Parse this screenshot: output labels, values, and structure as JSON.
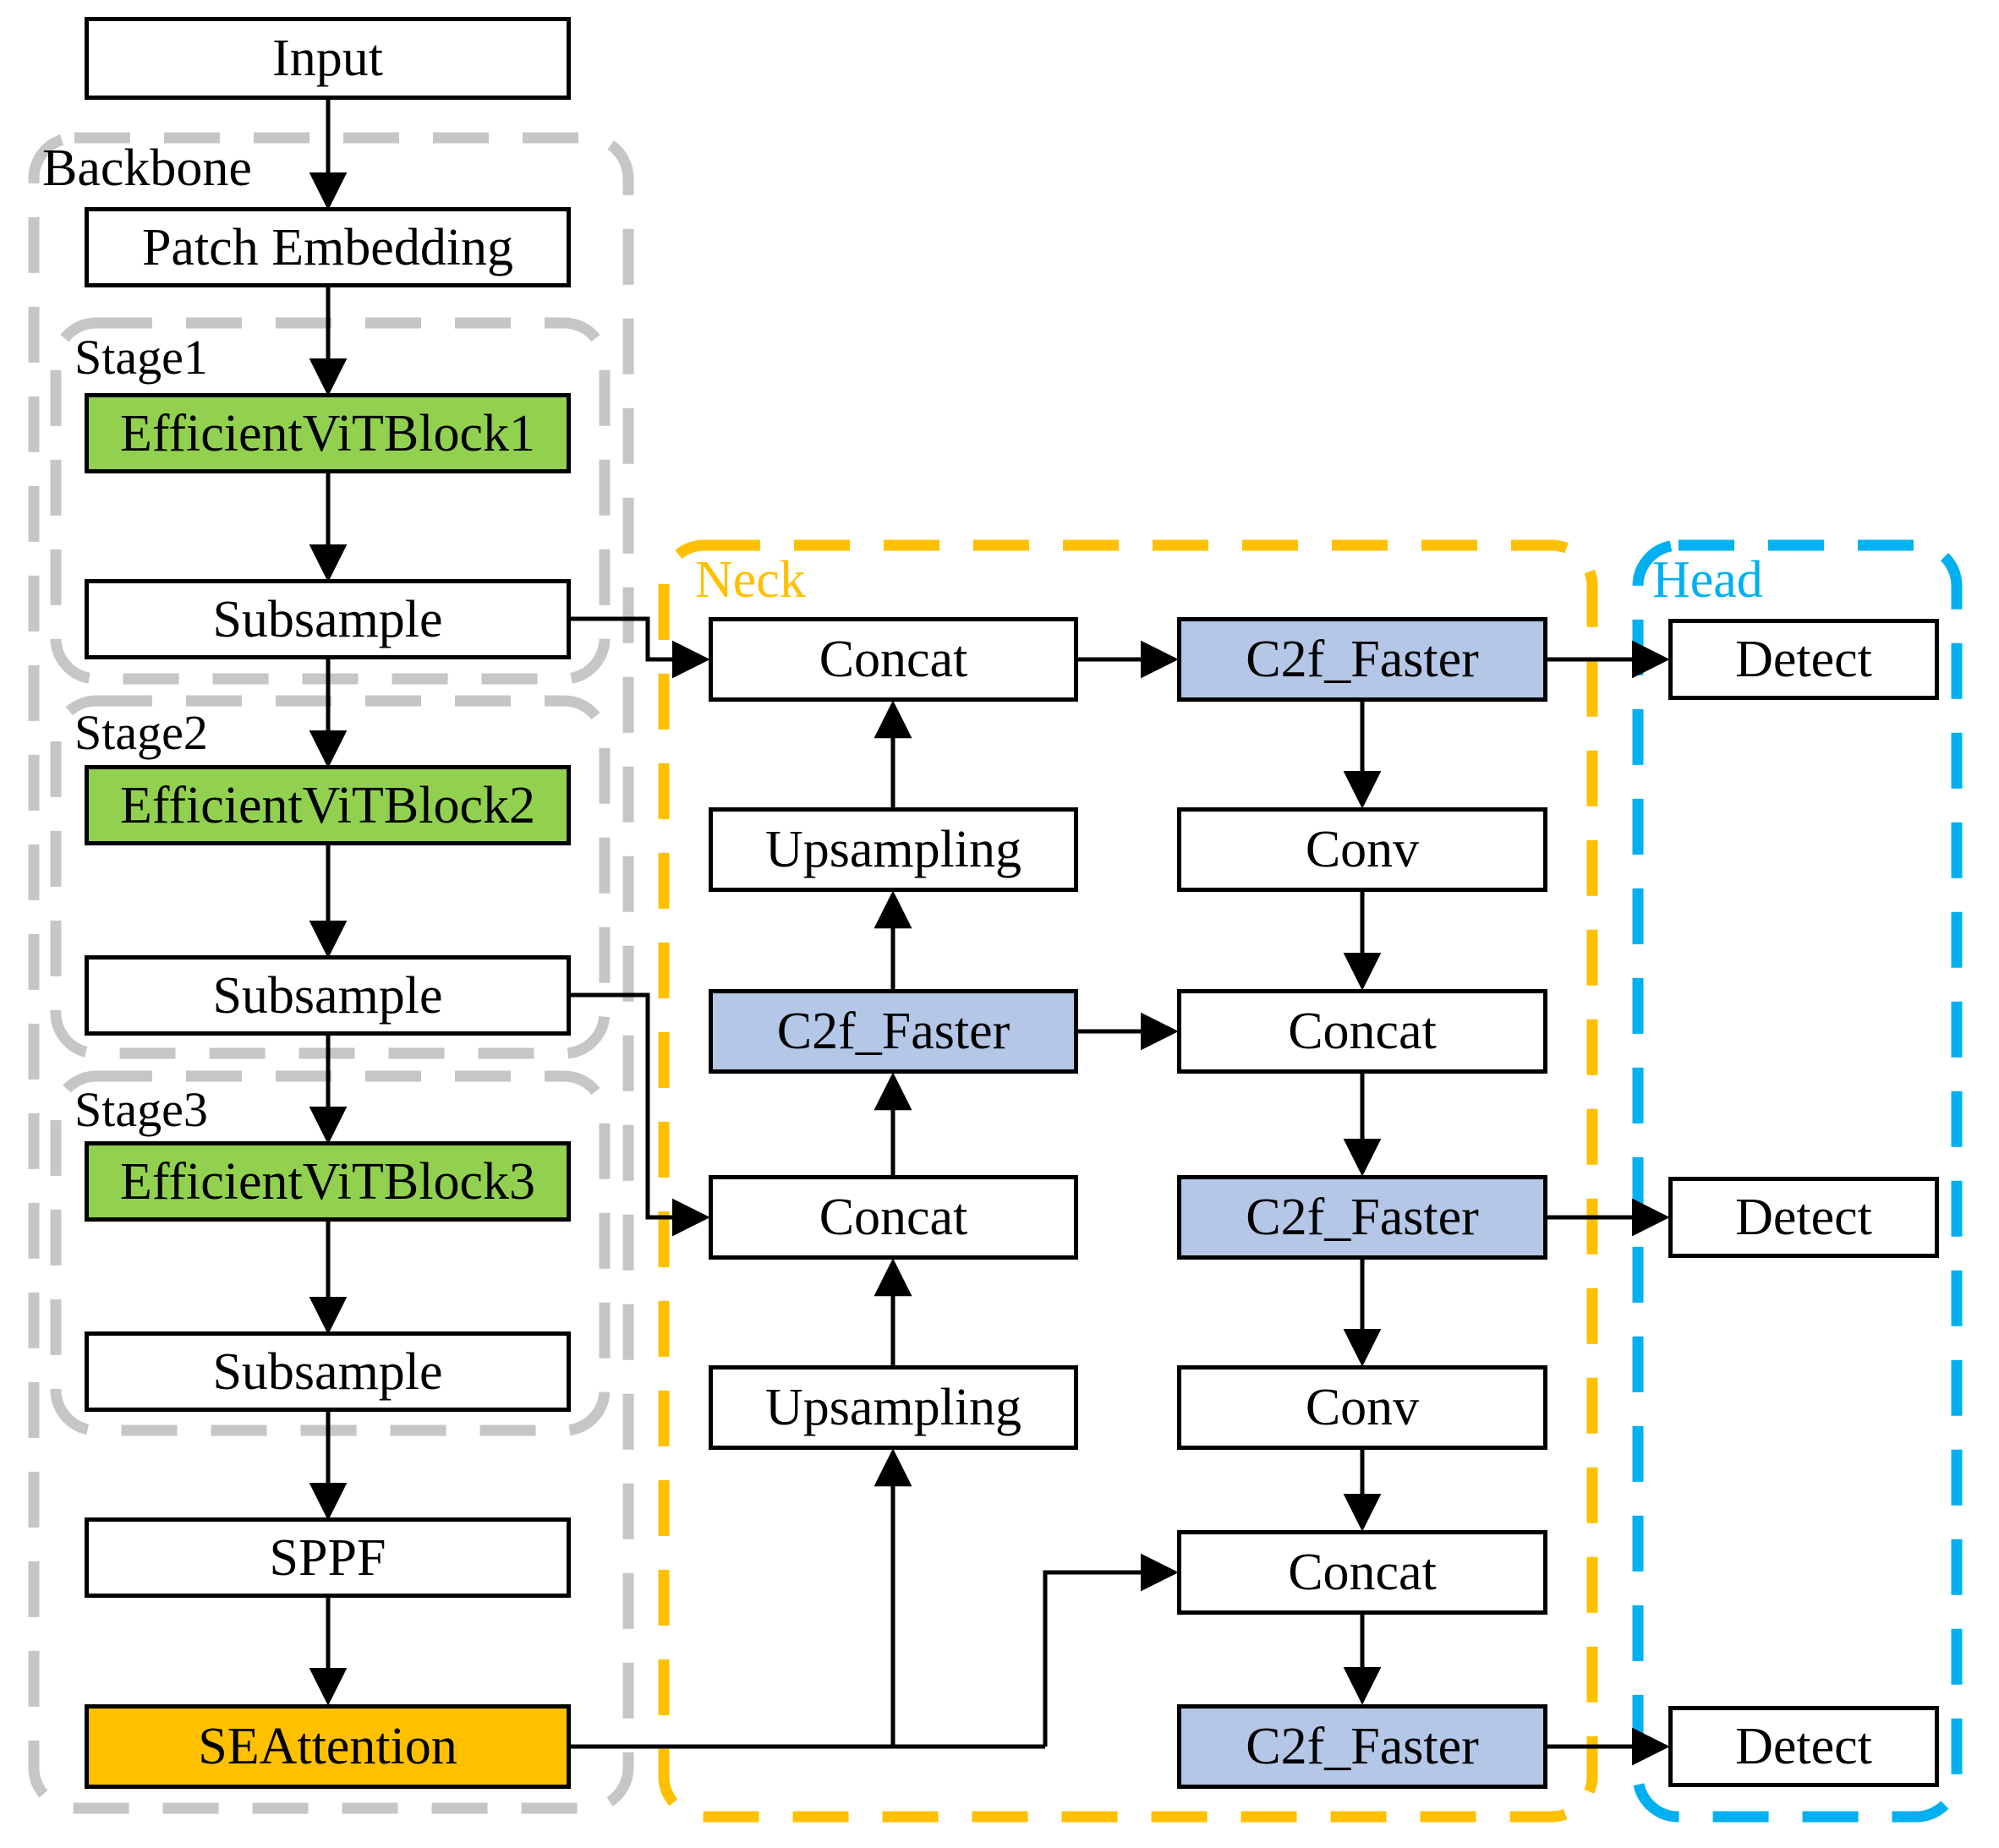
{
  "figure": {
    "description": "Object detection network architecture diagram",
    "background": "#FFFFFF"
  },
  "colors": {
    "block_green": "#92D050",
    "block_blue": "#B4C7E7",
    "block_orange": "#FFC000",
    "backbone_border": "#C6C6C6",
    "neck_border": "#FFC000",
    "head_border": "#00B0F0",
    "line": "#000000",
    "box_border": "#000000"
  },
  "containers": {
    "backbone": {
      "label": "Backbone",
      "border_color": "#C6C6C6",
      "label_color": "#000000"
    },
    "stage1": {
      "label": "Stage1",
      "border_color": "#C6C6C6",
      "label_color": "#000000"
    },
    "stage2": {
      "label": "Stage2",
      "border_color": "#C6C6C6",
      "label_color": "#000000"
    },
    "stage3": {
      "label": "Stage3",
      "border_color": "#C6C6C6",
      "label_color": "#000000"
    },
    "neck": {
      "label": "Neck",
      "border_color": "#FFC000",
      "label_color": "#FFC000"
    },
    "head": {
      "label": "Head",
      "border_color": "#00B0F0",
      "label_color": "#00B0F0"
    }
  },
  "nodes": {
    "input": {
      "label": "Input",
      "fill": "#FFFFFF"
    },
    "patch_embedding": {
      "label": "Patch Embedding",
      "fill": "#FFFFFF"
    },
    "efficientvit_block1": {
      "label": "EfficientViTBlock1",
      "fill": "#92D050"
    },
    "subsample1": {
      "label": "Subsample",
      "fill": "#FFFFFF"
    },
    "efficientvit_block2": {
      "label": "EfficientViTBlock2",
      "fill": "#92D050"
    },
    "subsample2": {
      "label": "Subsample",
      "fill": "#FFFFFF"
    },
    "efficientvit_block3": {
      "label": "EfficientViTBlock3",
      "fill": "#92D050"
    },
    "subsample3": {
      "label": "Subsample",
      "fill": "#FFFFFF"
    },
    "sppf": {
      "label": "SPPF",
      "fill": "#FFFFFF"
    },
    "seattention": {
      "label": "SEAttention",
      "fill": "#FFC000"
    },
    "concat_top": {
      "label": "Concat",
      "fill": "#FFFFFF"
    },
    "upsampling_top": {
      "label": "Upsampling",
      "fill": "#FFFFFF"
    },
    "c2f_faster_mid": {
      "label": "C2f_Faster",
      "fill": "#B4C7E7"
    },
    "concat_mid": {
      "label": "Concat",
      "fill": "#FFFFFF"
    },
    "upsampling_bottom": {
      "label": "Upsampling",
      "fill": "#FFFFFF"
    },
    "c2f_faster_p3": {
      "label": "C2f_Faster",
      "fill": "#B4C7E7"
    },
    "conv_a": {
      "label": "Conv",
      "fill": "#FFFFFF"
    },
    "concat_p4": {
      "label": "Concat",
      "fill": "#FFFFFF"
    },
    "c2f_faster_p4": {
      "label": "C2f_Faster",
      "fill": "#B4C7E7"
    },
    "conv_b": {
      "label": "Conv",
      "fill": "#FFFFFF"
    },
    "concat_p5": {
      "label": "Concat",
      "fill": "#FFFFFF"
    },
    "c2f_faster_p5": {
      "label": "C2f_Faster",
      "fill": "#B4C7E7"
    },
    "detect_p3": {
      "label": "Detect",
      "fill": "#FFFFFF"
    },
    "detect_p4": {
      "label": "Detect",
      "fill": "#FFFFFF"
    },
    "detect_p5": {
      "label": "Detect",
      "fill": "#FFFFFF"
    }
  },
  "edges": [
    {
      "from": "input",
      "to": "patch_embedding"
    },
    {
      "from": "patch_embedding",
      "to": "efficientvit_block1"
    },
    {
      "from": "efficientvit_block1",
      "to": "subsample1"
    },
    {
      "from": "subsample1",
      "to": "efficientvit_block2"
    },
    {
      "from": "efficientvit_block2",
      "to": "subsample2"
    },
    {
      "from": "subsample2",
      "to": "efficientvit_block3"
    },
    {
      "from": "efficientvit_block3",
      "to": "subsample3"
    },
    {
      "from": "subsample3",
      "to": "sppf"
    },
    {
      "from": "sppf",
      "to": "seattention"
    },
    {
      "from": "subsample1",
      "to": "concat_top"
    },
    {
      "from": "subsample2",
      "to": "concat_mid"
    },
    {
      "from": "upsampling_top",
      "to": "concat_top"
    },
    {
      "from": "concat_top",
      "to": "c2f_faster_p3"
    },
    {
      "from": "c2f_faster_p3",
      "to": "detect_p3"
    },
    {
      "from": "c2f_faster_p3",
      "to": "conv_a"
    },
    {
      "from": "conv_a",
      "to": "concat_p4"
    },
    {
      "from": "c2f_faster_mid",
      "to": "upsampling_top"
    },
    {
      "from": "c2f_faster_mid",
      "to": "concat_p4"
    },
    {
      "from": "concat_mid",
      "to": "c2f_faster_mid"
    },
    {
      "from": "upsampling_bottom",
      "to": "concat_mid"
    },
    {
      "from": "concat_p4",
      "to": "c2f_faster_p4"
    },
    {
      "from": "c2f_faster_p4",
      "to": "detect_p4"
    },
    {
      "from": "c2f_faster_p4",
      "to": "conv_b"
    },
    {
      "from": "conv_b",
      "to": "concat_p5"
    },
    {
      "from": "seattention",
      "to": "upsampling_bottom"
    },
    {
      "from": "seattention",
      "to": "concat_p5"
    },
    {
      "from": "concat_p5",
      "to": "c2f_faster_p5"
    },
    {
      "from": "c2f_faster_p5",
      "to": "detect_p5"
    }
  ]
}
